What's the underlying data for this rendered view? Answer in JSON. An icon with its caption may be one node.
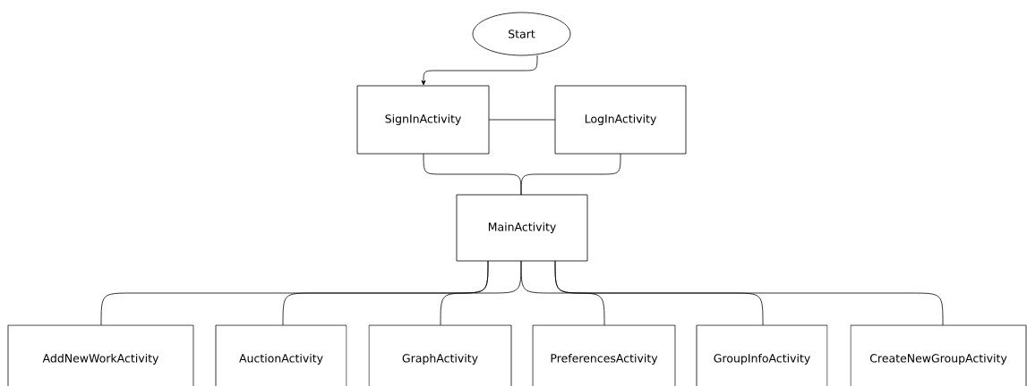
{
  "diagram": {
    "nodes": [
      {
        "text": [
          "Start"
        ]
      },
      {
        "text": [
          "SignInActivity"
        ]
      },
      {
        "text": [
          "LogInActivity"
        ]
      },
      {
        "text": [
          "MainActivity"
        ]
      },
      {
        "text": [
          "AddNewWorkActivity"
        ]
      },
      {
        "text": [
          "AuctionActivity"
        ]
      },
      {
        "text": [
          "GraphActivity"
        ]
      },
      {
        "text": [
          "PreferencesActivity"
        ]
      },
      {
        "text": [
          "GroupInfoActivity"
        ]
      },
      {
        "text": [
          "CreateNewGroupActivity"
        ]
      }
    ],
    "edges": [
      {
        "from": 0,
        "to": 1,
        "arrow": "to"
      },
      {
        "from": 1,
        "to": 2,
        "arrow": "none"
      },
      {
        "from": 1,
        "to": 3,
        "arrow": "none"
      },
      {
        "from": 2,
        "to": 3,
        "arrow": "none"
      },
      {
        "from": 3,
        "to": 4,
        "arrow": "none"
      },
      {
        "from": 3,
        "to": 5,
        "arrow": "none"
      },
      {
        "from": 3,
        "to": 6,
        "arrow": "none"
      },
      {
        "from": 3,
        "to": 7,
        "arrow": "none"
      },
      {
        "from": 3,
        "to": 8,
        "arrow": "none"
      },
      {
        "from": 3,
        "to": 9,
        "arrow": "none"
      }
    ]
  }
}
